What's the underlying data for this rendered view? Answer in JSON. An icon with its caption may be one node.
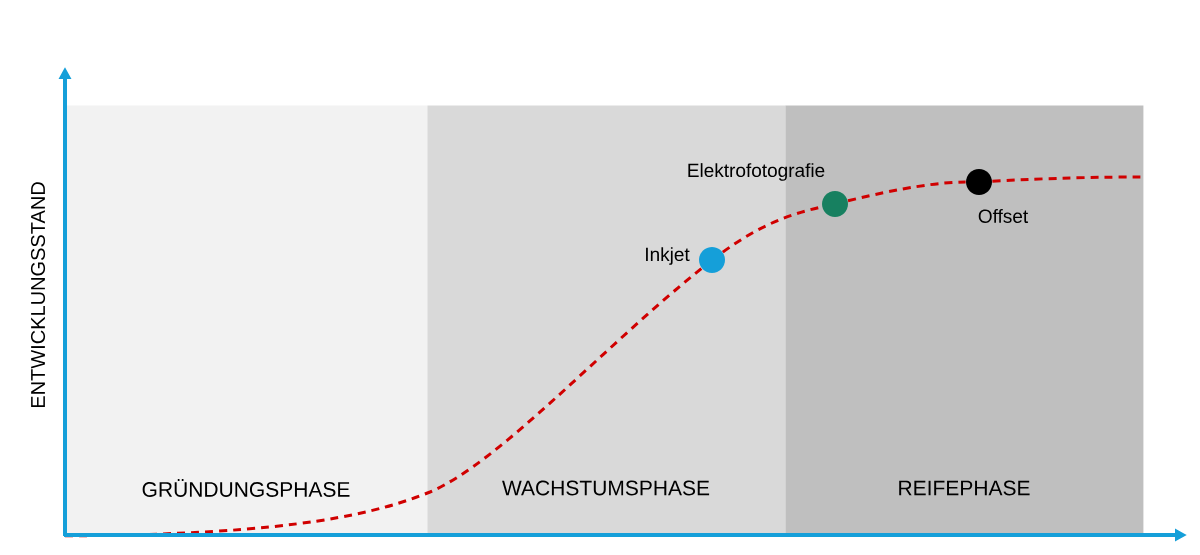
{
  "diagram": {
    "nodes": [
      {
        "text": [
          "GRÜNDUNGSPHASE"
        ]
      },
      {
        "text": [
          "WACHSTUMSPHASE"
        ]
      },
      {
        "text": [
          "REIFEPHASE"
        ]
      },
      {
        "text": [],
        "shape": "circle",
        "beside": [
          "Inkjet"
        ],
        "in": 1
      },
      {
        "text": [],
        "shape": "circle",
        "beside": [
          "Elektrofotografie"
        ],
        "in": 2
      },
      {
        "text": [],
        "shape": "circle",
        "beside": [
          "Offset"
        ],
        "in": 2
      }
    ],
    "edges": [
      {
        "from": 0,
        "to": 3,
        "arrow": "none",
        "style": "dashed"
      },
      {
        "from": 3,
        "to": 4,
        "arrow": "none",
        "style": "dashed"
      },
      {
        "from": 4,
        "to": 5,
        "arrow": "none",
        "style": "dashed"
      },
      {
        "from": 5,
        "to": null,
        "arrow": "none",
        "style": "dashed"
      }
    ],
    "labels": [
      "ENTWICKLUNGSSTAND"
    ]
  }
}
